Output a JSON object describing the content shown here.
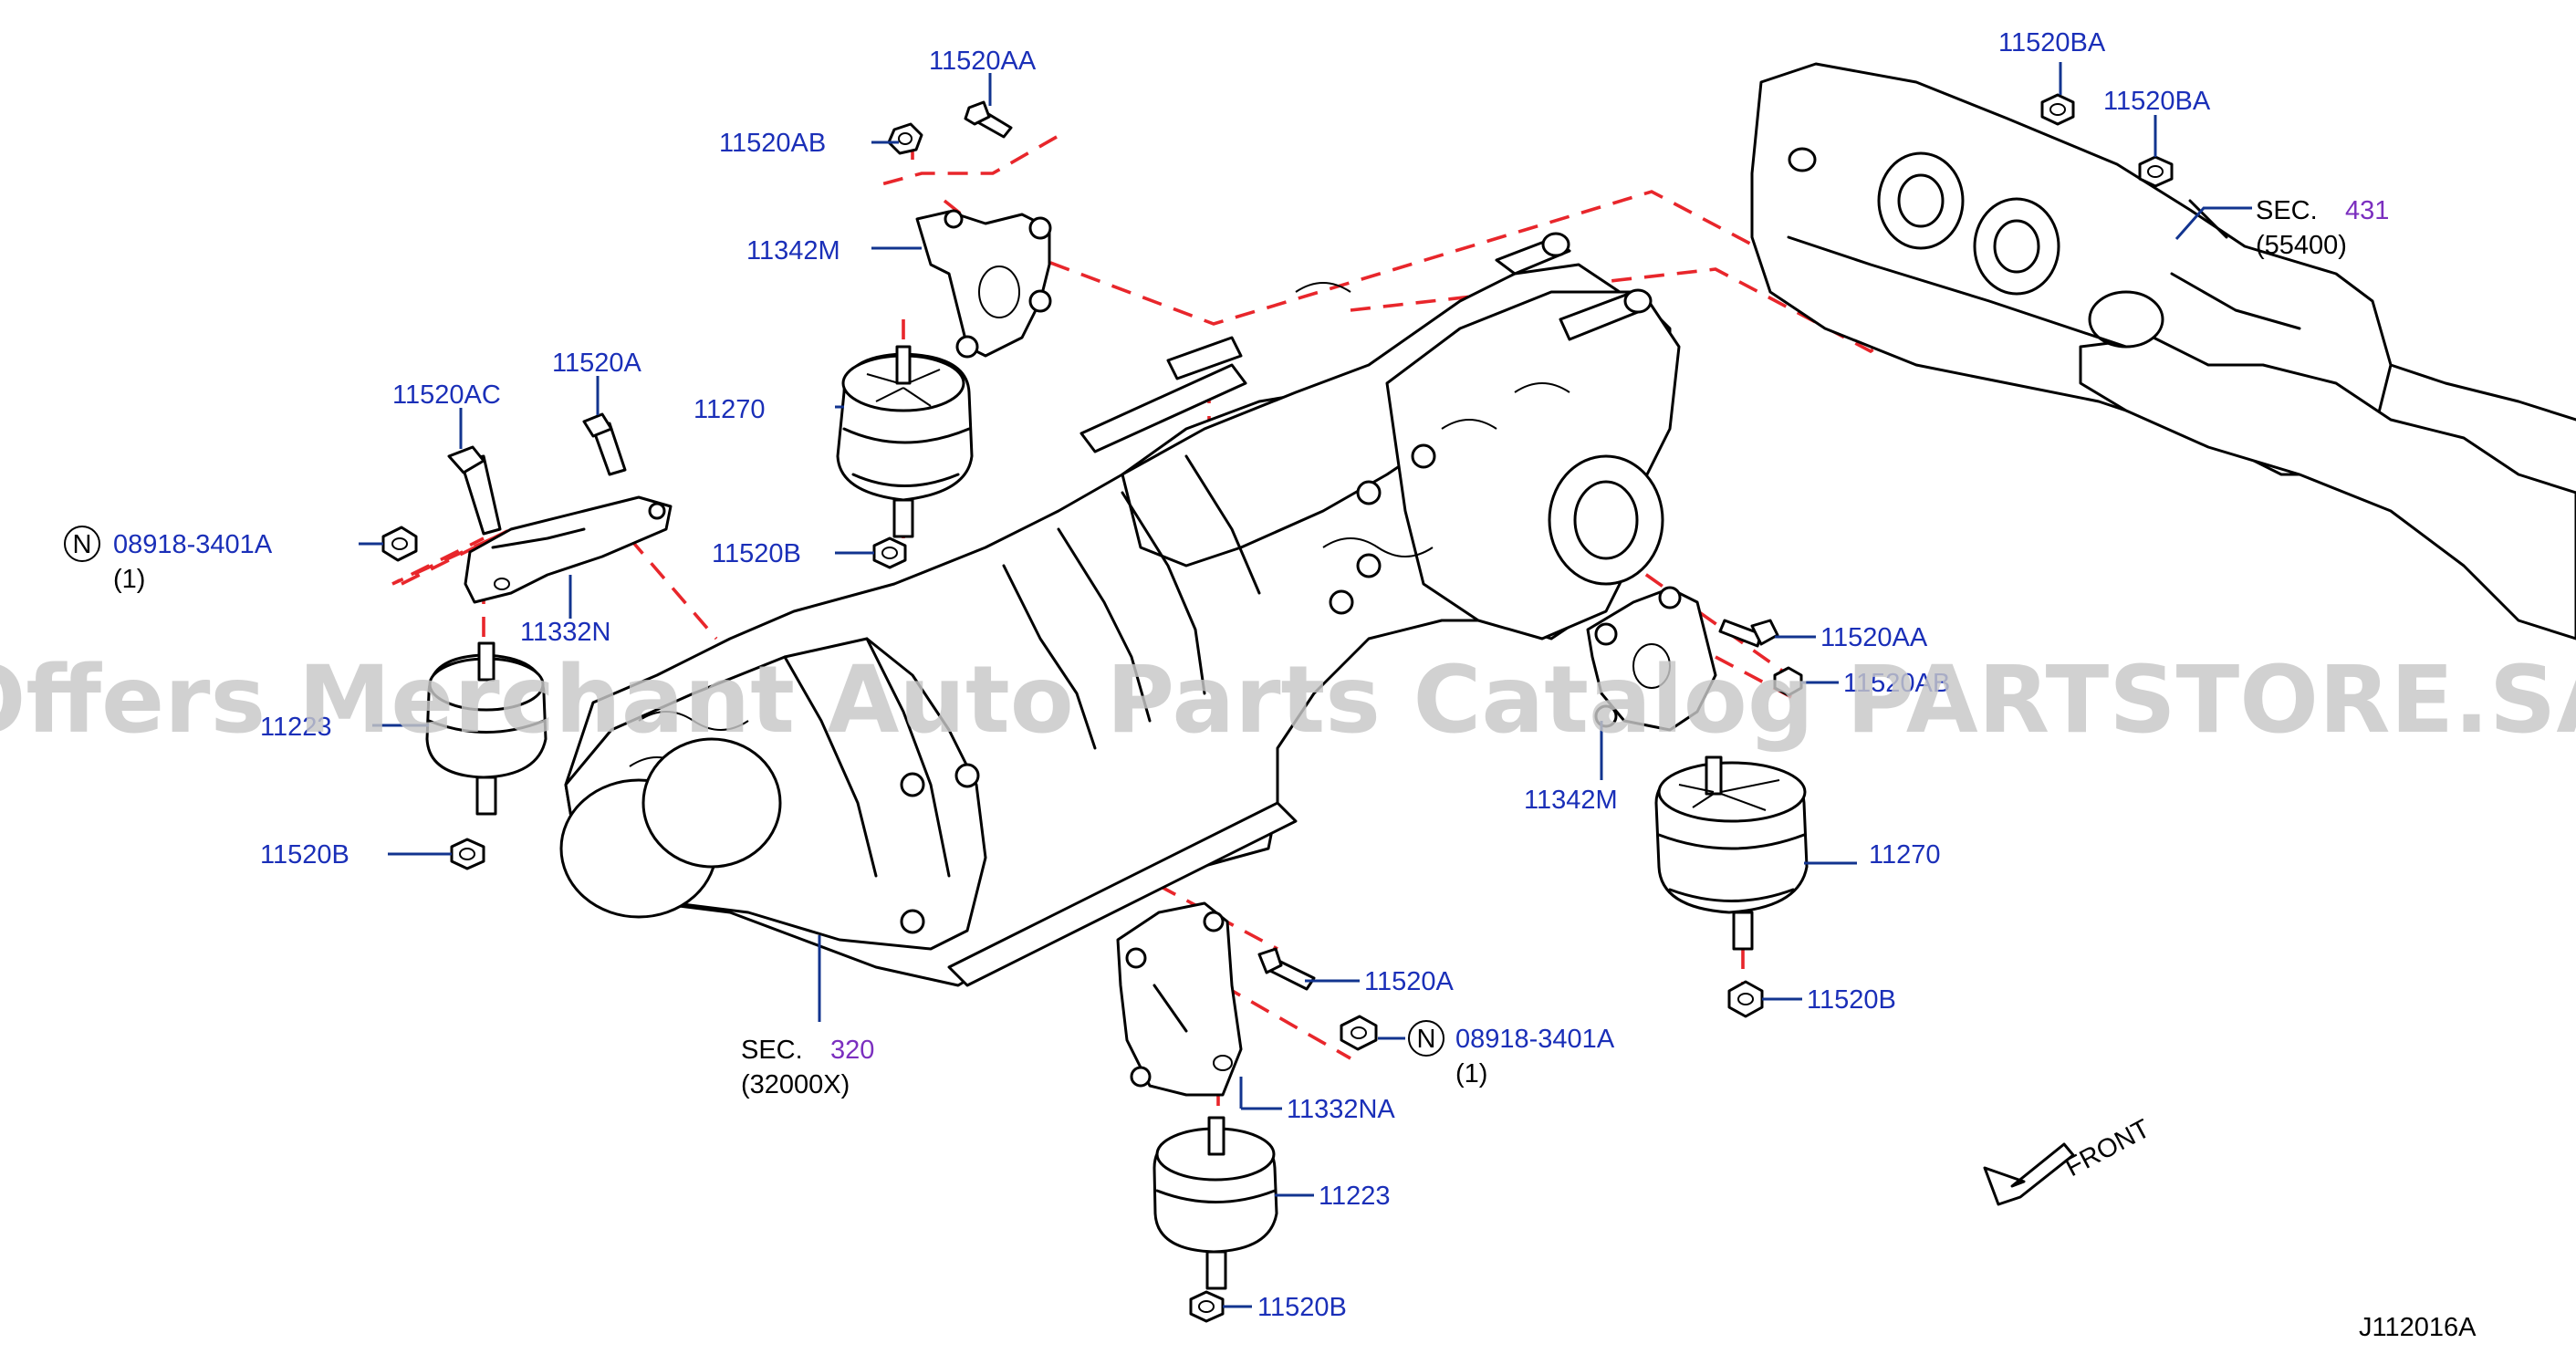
{
  "watermark": "Offers Merchant Auto Parts Catalog PARTSTORE.SA",
  "diagram_code": "J112016A",
  "front_label": "FRONT",
  "note_symbol": "N",
  "colors": {
    "label": "#1a2fb8",
    "section_number": "#7b2fbf",
    "dashed_guide": "#e8262b",
    "leader": "#12348f"
  },
  "callouts": {
    "top_bolt_upper": "11520AA",
    "top_nut_upper": "11520AB",
    "bracket_upper": "11342M",
    "mount_upper": "11270",
    "nut_upper": "11520B",
    "bolt_left_ac": "11520AC",
    "bolt_left_a": "11520A",
    "note_part_left": "08918-3401A",
    "note_qty_left": "(1)",
    "bracket_left": "11332N",
    "mount_left": "11223",
    "nut_left": "11520B",
    "sec_left_prefix": "SEC.",
    "sec_left_num": "320",
    "sec_left_ref": "(32000X)",
    "bolt_center": "11520A",
    "note_part_center": "08918-3401A",
    "note_qty_center": "(1)",
    "bracket_center": "11332NA",
    "mount_center": "11223",
    "nut_center": "11520B",
    "bolt_right": "11520AA",
    "nut_right_ab": "11520AB",
    "bracket_right": "11342M",
    "mount_right": "11270",
    "nut_right": "11520B",
    "nut_top_right_1": "11520BA",
    "nut_top_right_2": "11520BA",
    "sec_right_prefix": "SEC.",
    "sec_right_num": "431",
    "sec_right_ref": "(55400)"
  }
}
